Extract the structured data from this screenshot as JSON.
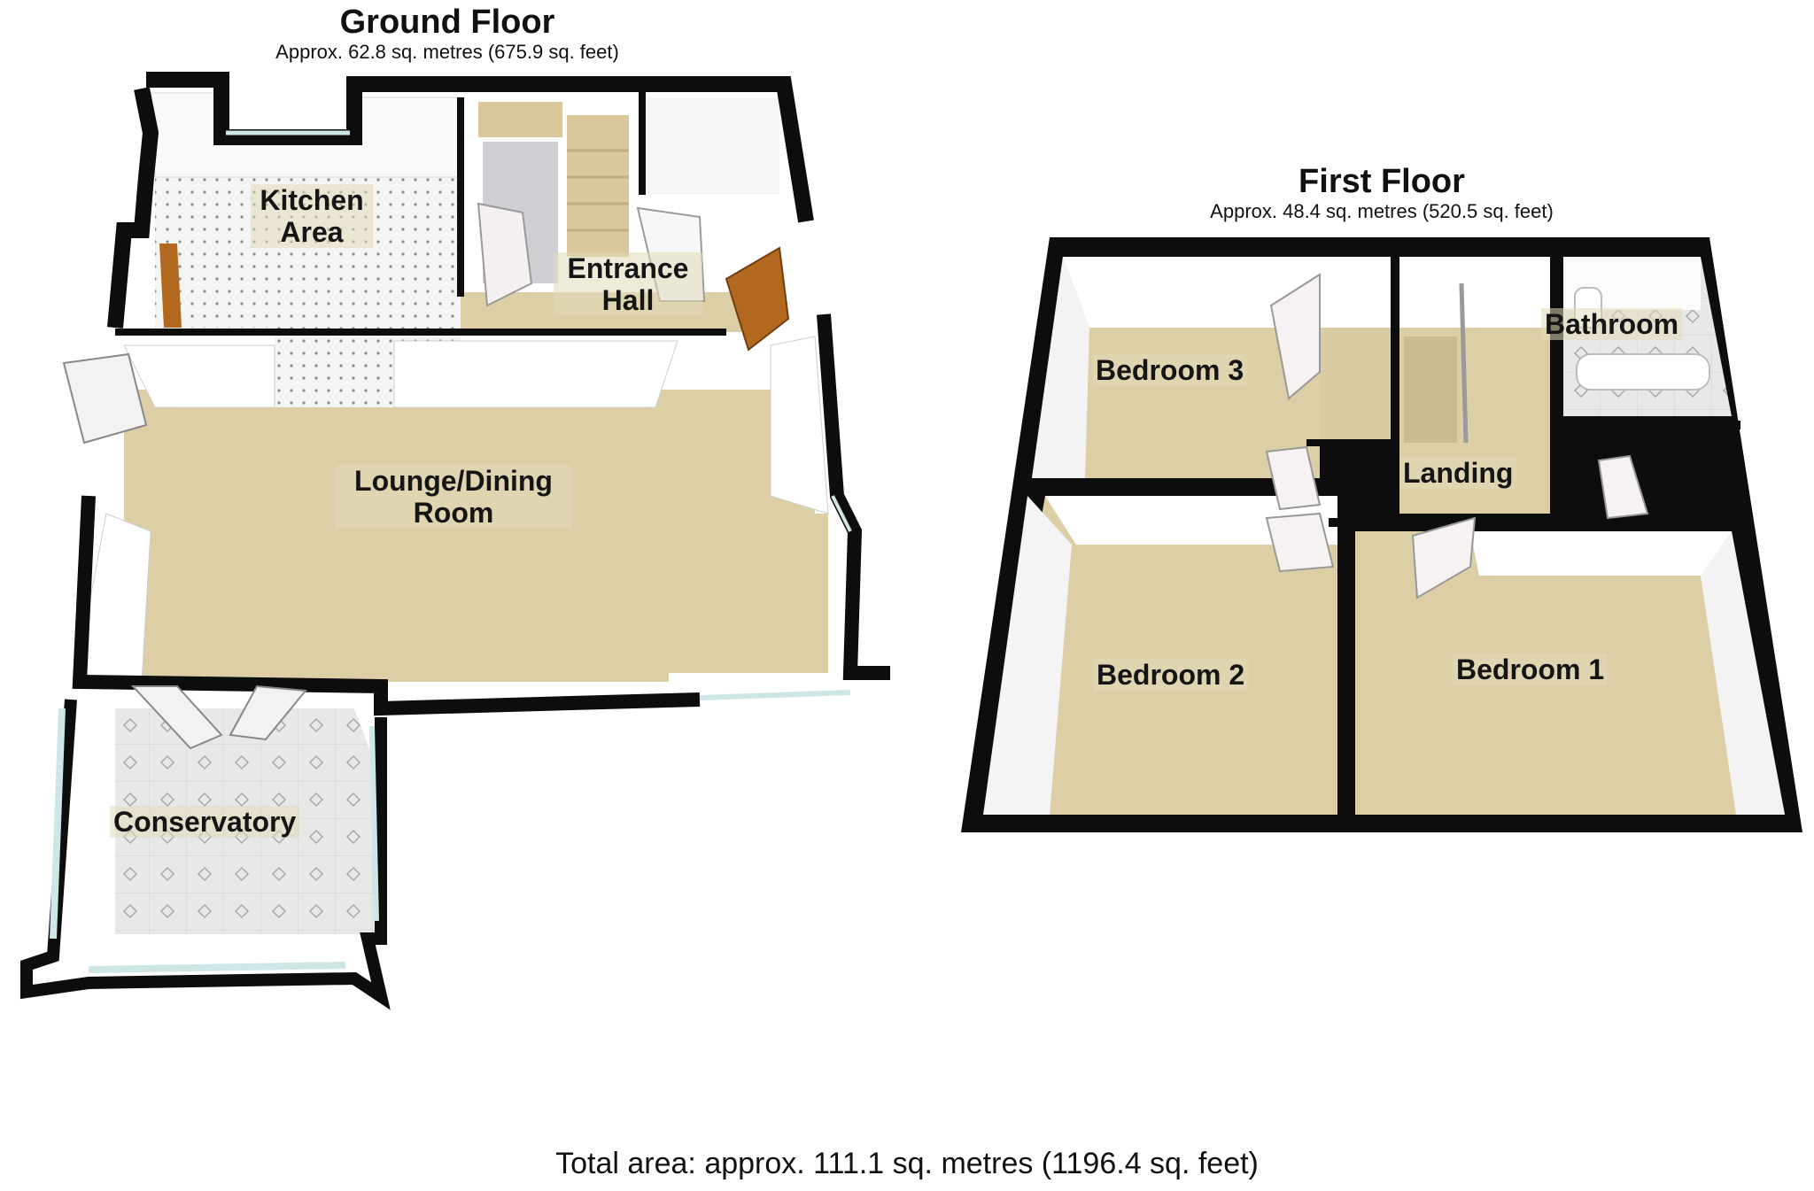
{
  "ground_floor": {
    "title": "Ground Floor",
    "area": "Approx. 62.8 sq. metres (675.9 sq. feet)",
    "rooms": [
      "Kitchen Area",
      "Entrance Hall",
      "Lounge/Dining Room",
      "Conservatory"
    ]
  },
  "first_floor": {
    "title": "First Floor",
    "area": "Approx. 48.4 sq. metres (520.5 sq. feet)",
    "rooms": [
      "Bedroom 3",
      "Bathroom",
      "Landing",
      "Bedroom 2",
      "Bedroom 1"
    ]
  },
  "total_area": "Total area: approx. 111.1 sq. metres (1196.4 sq. feet)",
  "colors": {
    "wall": "#0d0d0d",
    "carpet": "#dccfa6",
    "tile": "#eeeeee",
    "glass": "#cfe6e6",
    "door": "#b2691f"
  }
}
